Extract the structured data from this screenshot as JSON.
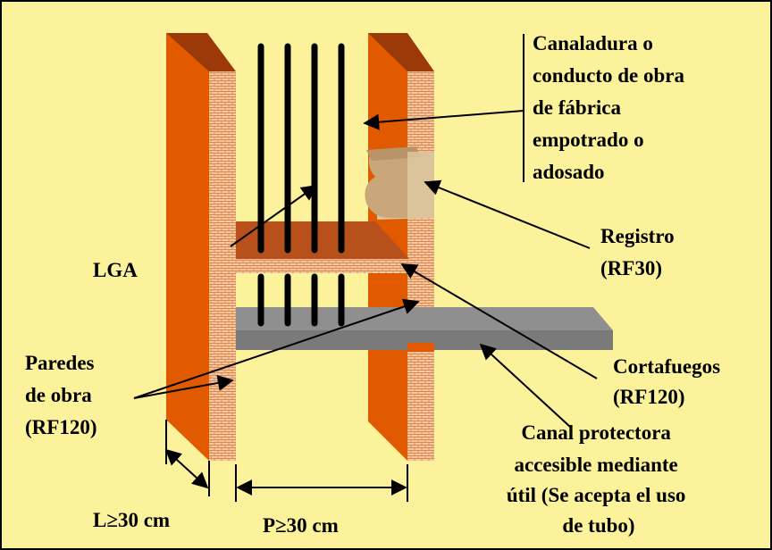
{
  "colors": {
    "background": "#fdf29c",
    "wall_front": "#e15a00",
    "wall_top": "#9b3a08",
    "brick": "#f6c69e",
    "brick_joint": "#d98a52",
    "firestop_top": "#b8501c",
    "channel_top": "#8f8f8f",
    "channel_front": "#7a7a7a",
    "registro": "#dcc49a",
    "lines": "#000000"
  },
  "labels": {
    "canaladura": [
      "Canaladura o",
      "conducto de obra",
      "de fábrica",
      "empotrado o",
      "adosado"
    ],
    "registro": [
      "Registro",
      "(RF30)"
    ],
    "lga": [
      "LGA"
    ],
    "paredes": [
      "Paredes",
      "de obra",
      "(RF120)"
    ],
    "cortafuegos": [
      "Cortafuegos",
      "(RF120)"
    ],
    "canal": [
      "Canal protectora",
      "accesible mediante",
      "útil (Se acepta el uso",
      "de tubo)"
    ],
    "l_dim": [
      "L≥30 cm"
    ],
    "p_dim": [
      "P≥30 cm"
    ]
  }
}
